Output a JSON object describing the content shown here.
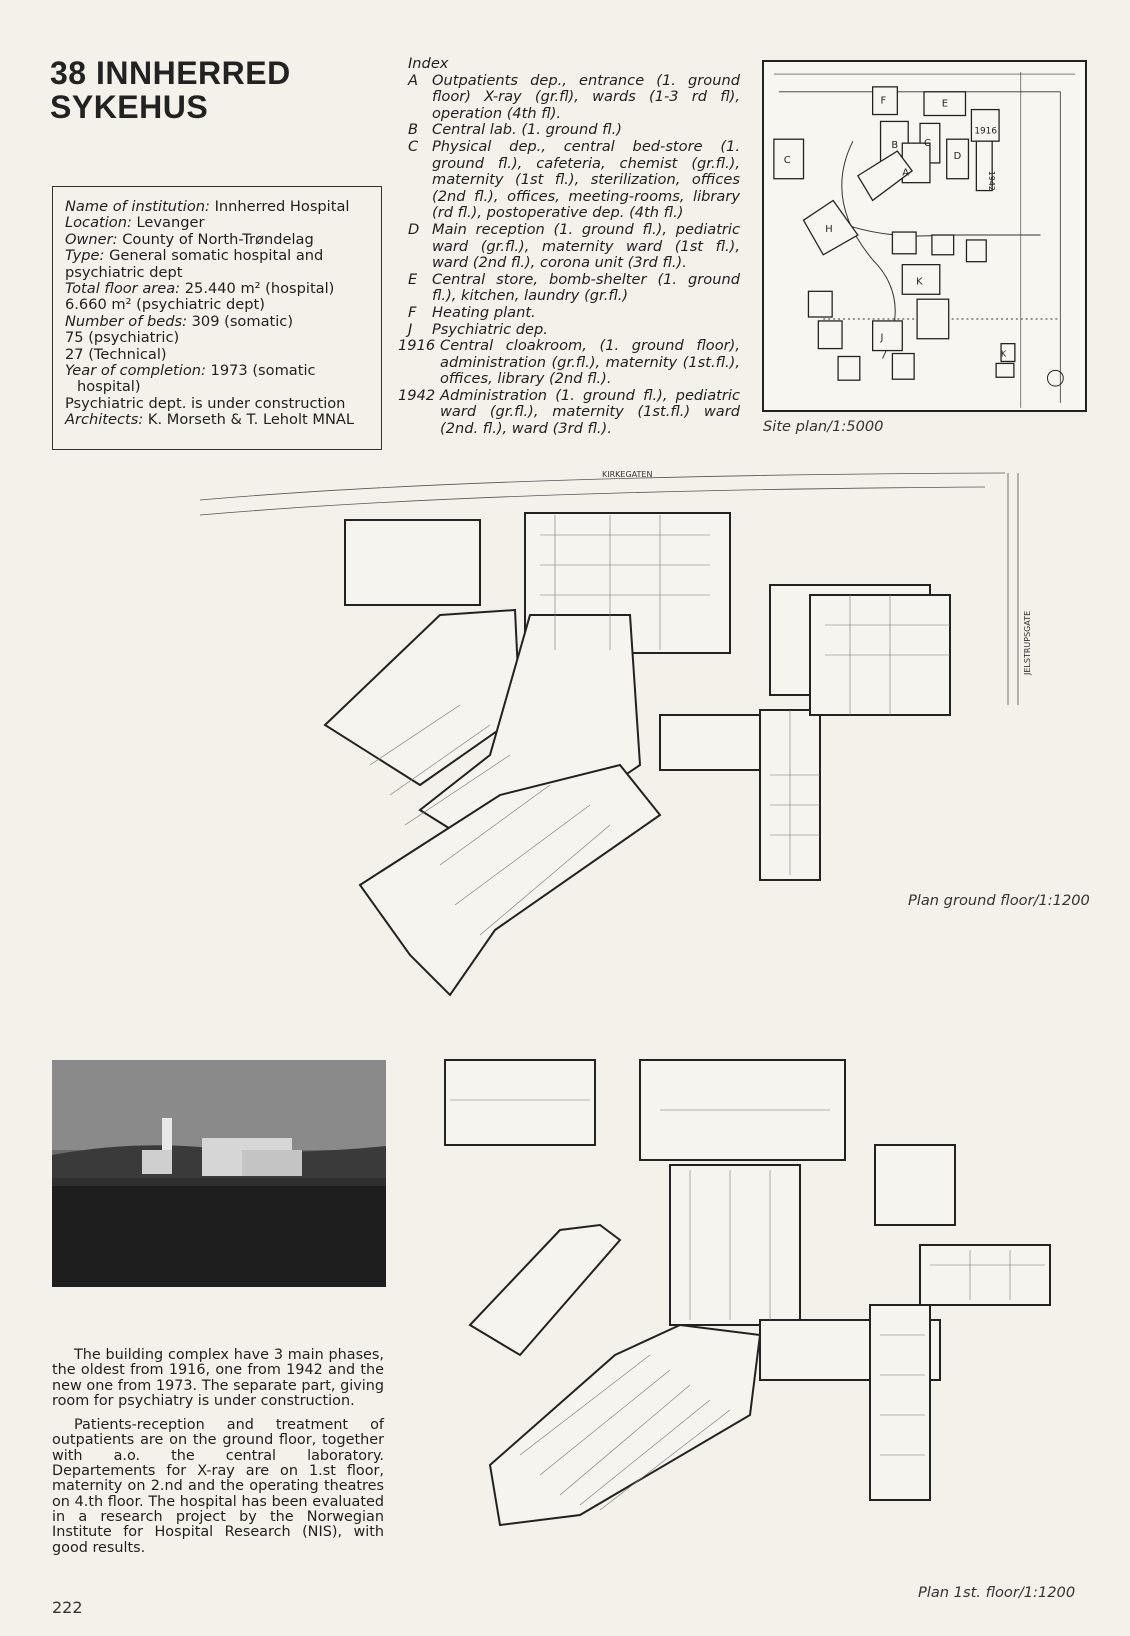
{
  "header": {
    "title_line1": "38 INNHERRED",
    "title_line2": "SYKEHUS"
  },
  "info": {
    "name_label": "Name of institution:",
    "name_value": " Innherred Hospital",
    "location_label": "Location:",
    "location_value": " Levanger",
    "owner_label": "Owner:",
    "owner_value": " County of North-Trøndelag",
    "type_label": "Type:",
    "type_value": " General somatic hospital and",
    "type_value2": "psychiatric dept",
    "area_label": "Total floor area:",
    "area_value": " 25.440 m² (hospital)",
    "area_value2": "6.660 m² (psychiatric dept)",
    "beds_label": "Number of beds:",
    "beds_value": " 309 (somatic)",
    "beds_value2": "75 (psychiatric)",
    "beds_value3": "27 (Technical)",
    "year_label": "Year of completion:",
    "year_value": " 1973 (somatic",
    "year_value2": "hospital)",
    "psych_note": "Psychiatric dept. is under construction",
    "arch_label": "Architects:",
    "arch_value": " K. Morseth & T. Leholt MNAL"
  },
  "index": {
    "heading": "Index",
    "items": [
      {
        "key": "A",
        "text": "Outpatients dep., entrance (1. ground floor) X-ray (gr.fl), wards (1-3 rd fl), operation (4th fl)."
      },
      {
        "key": "B",
        "text": "Central lab. (1. ground fl.)"
      },
      {
        "key": "C",
        "text": "Physical dep., central bed-store (1. ground fl.), cafeteria, chemist (gr.fl.), maternity (1st fl.), sterilization, offices (2nd fl.), offices, meeting-rooms, library (rd fl.), postoperative dep. (4th fl.)"
      },
      {
        "key": "D",
        "text": "Main reception (1. ground fl.), pediatric ward (gr.fl.), maternity ward (1st fl.), ward (2nd fl.), corona unit (3rd fl.)."
      },
      {
        "key": "E",
        "text": "Central store, bomb-shelter (1. ground fl.), kitchen, laundry (gr.fl.)"
      },
      {
        "key": "F",
        "text": "Heating plant."
      },
      {
        "key": "J",
        "text": "Psychiatric dep."
      },
      {
        "key": "1916",
        "text": "Central cloakroom, (1. ground floor), administration (gr.fl.), maternity (1st.fl.), offices, library (2nd fl.)."
      },
      {
        "key": "1942",
        "text": "Administration (1. ground fl.), pediatric ward (gr.fl.), maternity (1st.fl.) ward (2nd. fl.), ward (3rd fl.)."
      }
    ]
  },
  "captions": {
    "site_plan": "Site plan/1:5000",
    "ground_floor": "Plan ground floor/1:1200",
    "first_floor": "Plan 1st. floor/1:1200"
  },
  "site_labels": {
    "A": "A",
    "B": "B",
    "C": "C",
    "D": "D",
    "E": "E",
    "F": "F",
    "H": "H",
    "J": "J",
    "K": "K",
    "y1916": "1916",
    "y1942": "1942"
  },
  "plan_labels": {
    "street_top": "KIRKEGATEN",
    "street_right": "JELSTRUPSGATE"
  },
  "body": {
    "p1": "The building complex have 3 main phases, the oldest from 1916, one from 1942 and the new one from 1973. The separate part, giving room for psychiatry is under construction.",
    "p2": "Patients-reception and treatment of outpatients are on the ground floor, together with a.o. the central laboratory. Departements for X-ray are on 1.st floor, maternity on 2.nd and the operating theatres on 4.th floor. The hospital has been evaluated in a research project by the Norwegian Institute for Hospital Research (NIS), with good results."
  },
  "page_number": "222"
}
